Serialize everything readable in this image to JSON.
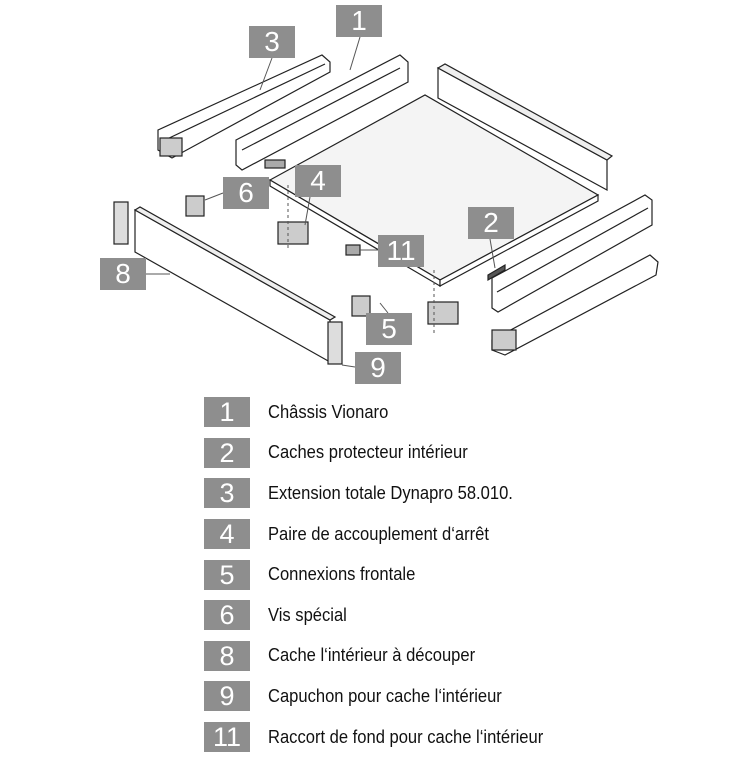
{
  "callouts": {
    "c1": "1",
    "c2": "2",
    "c3": "3",
    "c4": "4",
    "c5": "5",
    "c6": "6",
    "c8": "8",
    "c9": "9",
    "c11": "11"
  },
  "legend": [
    {
      "num": "1",
      "label": "Châssis Vionaro"
    },
    {
      "num": "2",
      "label": "Caches protecteur intérieur"
    },
    {
      "num": "3",
      "label": "Extension totale Dynapro 58.010."
    },
    {
      "num": "4",
      "label": "Paire de accouplement d‘arrêt"
    },
    {
      "num": "5",
      "label": "Connexions frontale"
    },
    {
      "num": "6",
      "label": "Vis spécial"
    },
    {
      "num": "8",
      "label": "Cache l‘intérieur à découper"
    },
    {
      "num": "9",
      "label": "Capuchon pour cache l‘intérieur"
    },
    {
      "num": "11",
      "label": "Raccort de fond pour cache l‘intérieur"
    }
  ],
  "colors": {
    "callout": "#8e8e8e",
    "line": "#222222"
  }
}
